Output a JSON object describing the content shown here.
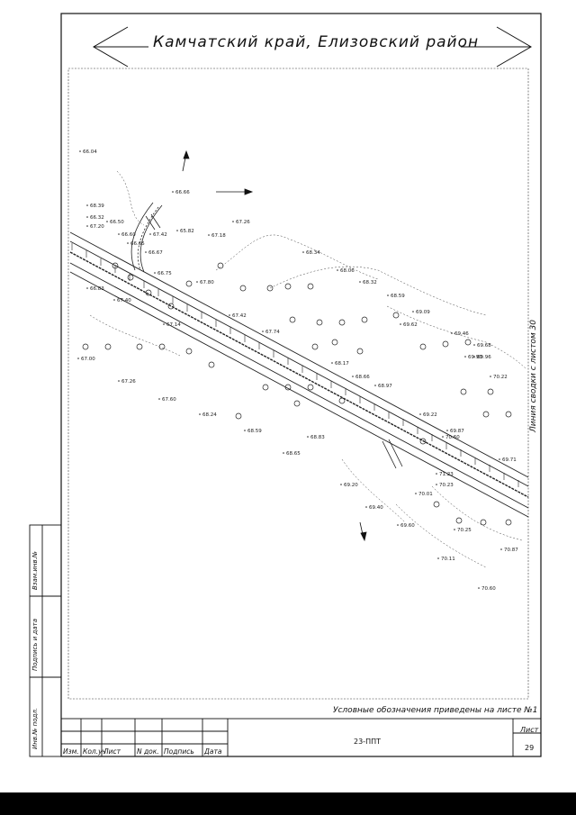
{
  "header": {
    "title": "Камчатский край, Елизовский район"
  },
  "map": {
    "side_note": "Линия сводки с листом 30",
    "elevations": [
      "66.04",
      "66.66",
      "68.39",
      "66.32",
      "67.20",
      "66.50",
      "66.60",
      "66.65",
      "67.42",
      "65.82",
      "67.26",
      "67.18",
      "66.67",
      "66.75",
      "67.80",
      "67.40",
      "66.83",
      "67.00",
      "67.26",
      "67.60",
      "67.14",
      "67.42",
      "67.74",
      "68.34",
      "68.06",
      "68.32",
      "68.59",
      "69.09",
      "69.62",
      "69.46",
      "69.68",
      "69.96",
      "70.22",
      "69.90",
      "68.17",
      "68.66",
      "68.97",
      "69.22",
      "69.87",
      "70.60",
      "69.71",
      "70.11",
      "70.60",
      "70.87",
      "70.25",
      "69.40",
      "69.60",
      "68.59",
      "68.24",
      "68.65",
      "69.20",
      "70.01",
      "71.23",
      "70.23",
      "68.83"
    ]
  },
  "notes": {
    "legend_note": "Условные обозначения приведены на листе №1"
  },
  "title_block": {
    "doc_code": "23-ППТ",
    "sheet_label": "Лист",
    "sheet_number": "29",
    "columns": [
      "Изм.",
      "Кол.уч",
      "Лист",
      "N док.",
      "Подпись",
      "Дата"
    ]
  },
  "left_margin": {
    "labels": [
      "Взам.инв.№",
      "Подпись и дата",
      "Инв.№ подл."
    ]
  }
}
